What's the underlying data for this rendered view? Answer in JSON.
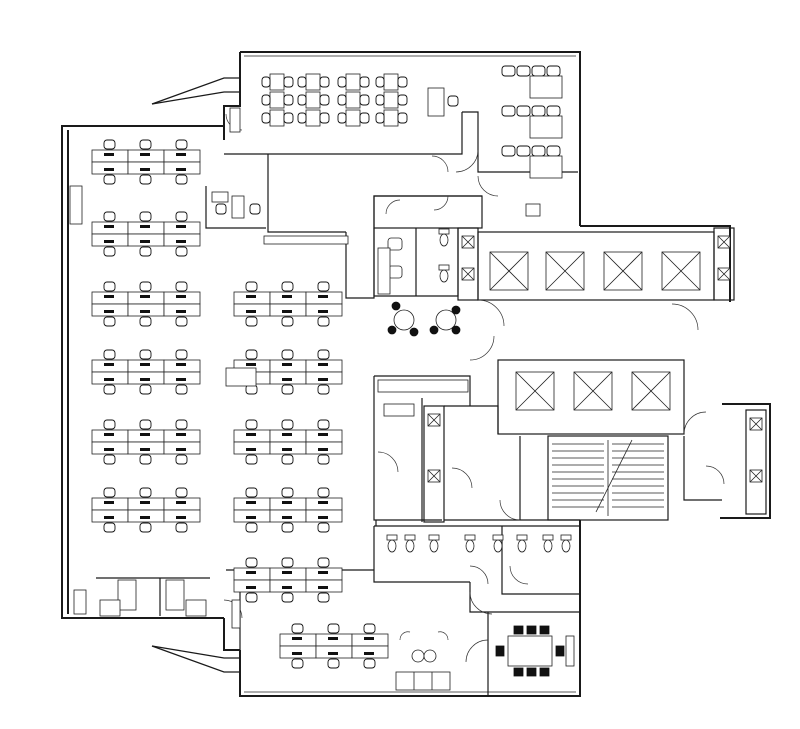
{
  "drawing": {
    "type": "office floor plan",
    "background": "#ffffff",
    "line_color": "#1a1a1a",
    "symbols": [
      "desk",
      "office-chair",
      "lift-shaft",
      "stair",
      "toilet",
      "washbasin",
      "round-table",
      "conference-table",
      "sofa",
      "door-swing"
    ]
  }
}
